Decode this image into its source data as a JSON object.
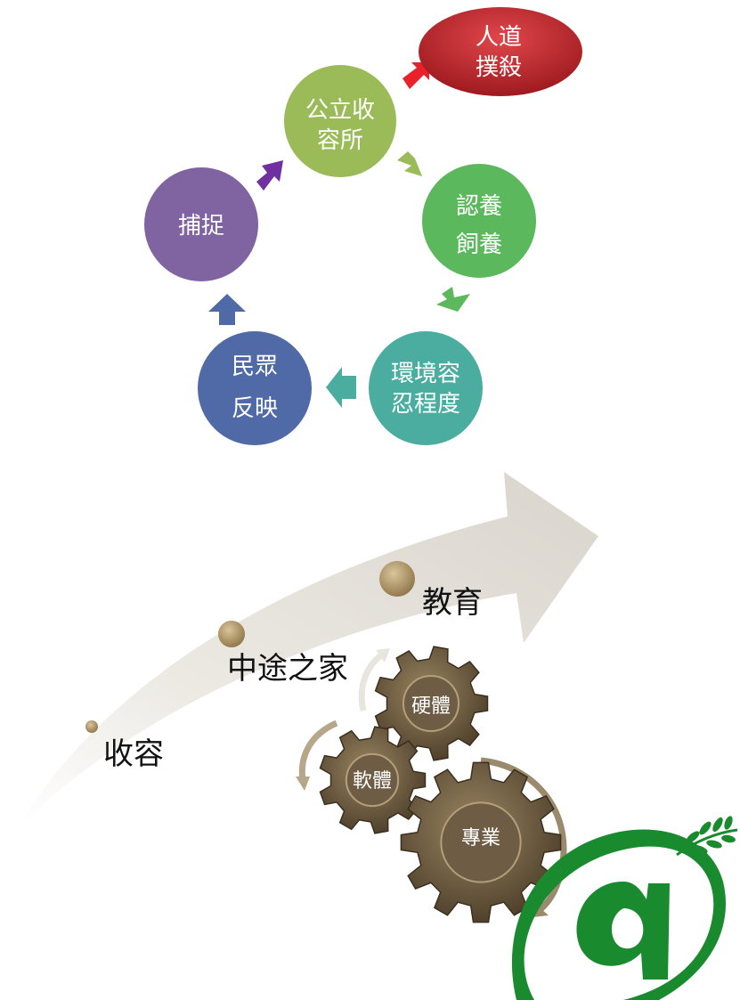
{
  "cycle": {
    "nodes": {
      "shelter": {
        "line1": "公立收",
        "line2": "容所",
        "color": "#9bbb59"
      },
      "euthanasia": {
        "line1": "人道",
        "line2": "撲殺",
        "color": "#c0252a"
      },
      "adopt": {
        "line1": "認養",
        "line2": "飼養",
        "color": "#5cb85c"
      },
      "tolerance": {
        "line1": "環境容",
        "line2": "忍程度",
        "color": "#4aada0"
      },
      "complaint": {
        "line1": "民眾",
        "line2": "反映",
        "color": "#4f6aa6"
      },
      "capture": {
        "line1": "捕捉",
        "color": "#8064a2"
      }
    },
    "arrow_colors": {
      "to_euthanasia": "#e8212a",
      "to_adopt": "#9bbb59",
      "to_tolerance": "#5cb85c",
      "to_complaint": "#4aada0",
      "to_capture": "#4f6aa6",
      "to_shelter": "#7030a0"
    }
  },
  "progress": {
    "steps": [
      "收容",
      "中途之家",
      "教育"
    ],
    "arrow_color": "#e6e4df",
    "dot_color": "#b89d6e"
  },
  "gears": {
    "hardware": "硬體",
    "software": "軟體",
    "professional": "專業",
    "gear_color": "#6e5d44"
  },
  "logo": {
    "color": "#1a8a2e"
  }
}
